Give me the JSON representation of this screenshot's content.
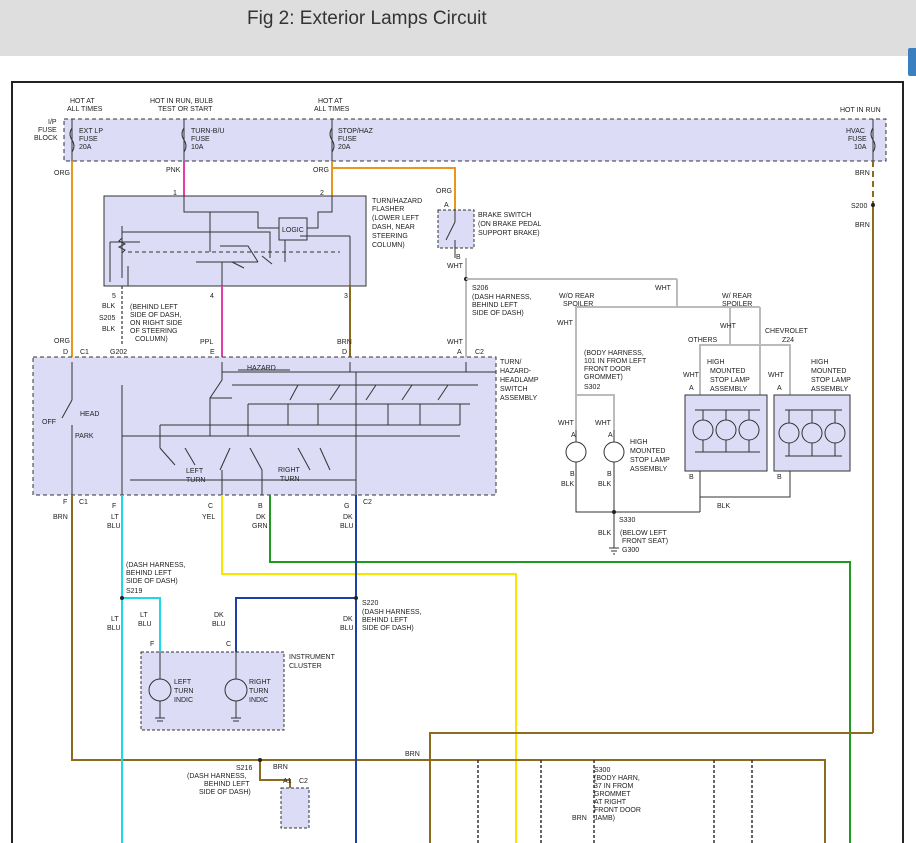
{
  "title": "Fig 2: Exterior Lamps Circuit",
  "colors": {
    "box_fill": "#dcdcf6",
    "org": "#e8961c",
    "pnk": "#e43ca8",
    "ppl": "#e43ca8",
    "yel": "#f5e600",
    "dkgrn": "#1e9a1e",
    "dkblu": "#1f3fa8",
    "ltblu": "#1ed8e8",
    "brn": "#8c6a1e",
    "blk": "#333333",
    "wht": "#bbbbbb",
    "tab": "#3a7fbf"
  },
  "fuse_block": {
    "hot_left": [
      "HOT AT",
      "ALL TIMES"
    ],
    "hot_mid": [
      "HOT IN RUN, BULB",
      "TEST OR START"
    ],
    "hot_right": [
      "HOT AT",
      "ALL TIMES"
    ],
    "hot_run": "HOT IN RUN",
    "label": [
      "I/P",
      "FUSE",
      "BLOCK"
    ],
    "fuses": [
      [
        "EXT LP",
        "FUSE",
        "20A"
      ],
      [
        "TURN-B/U",
        "FUSE",
        "10A"
      ],
      [
        "STOP/HAZ",
        "FUSE",
        "20A"
      ],
      [
        "HVAC",
        "FUSE",
        "10A"
      ]
    ]
  },
  "flasher": {
    "label": [
      "TURN/HAZARD",
      "FLASHER",
      "(LOWER LEFT",
      "DASH, NEAR",
      "STEERING",
      "COLUMN)"
    ],
    "logic": "LOGIC",
    "pins": [
      "1",
      "2",
      "5",
      "4",
      "3"
    ]
  },
  "brake_switch": {
    "label": [
      "BRAKE SWITCH",
      "(ON BRAKE PEDAL",
      "SUPPORT BRAKE)"
    ],
    "pin_a": "A",
    "pin_b": "B"
  },
  "switch": {
    "label": [
      "TURN/",
      "HAZARD-",
      "HEADLAMP",
      "SWITCH",
      "ASSEMBLY"
    ],
    "hazard": "HAZARD",
    "head": "HEAD",
    "off": "OFF",
    "park": "PARK",
    "left_turn": [
      "LEFT",
      "TURN"
    ],
    "right_turn": [
      "RIGHT",
      "TURN"
    ]
  },
  "cluster": {
    "label": [
      "INSTRUMENT",
      "CLUSTER"
    ],
    "left": [
      "LEFT",
      "TURN",
      "INDIC"
    ],
    "right": [
      "RIGHT",
      "TURN",
      "INDIC"
    ]
  },
  "stop_lamps": {
    "wo_spoiler": [
      "W/O REAR",
      "SPOILER"
    ],
    "w_spoiler": [
      "W/ REAR",
      "SPOILER"
    ],
    "others": "OTHERS",
    "chevrolet": "CHEVROLET",
    "z24": "Z24",
    "body_harness": [
      "(BODY HARNESS,",
      "101 IN FROM LEFT",
      "FRONT DOOR",
      "GROMMET)"
    ],
    "lamp_label": [
      "HIGH",
      "MOUNTED",
      "STOP LAMP",
      "ASSEMBLY"
    ]
  },
  "splices": {
    "s205": [
      "(BEHIND LEFT",
      "SIDE OF DASH,",
      "ON RIGHT SIDE",
      "OF STEERING",
      "COLUMN)"
    ],
    "s206": [
      "(DASH HARNESS,",
      "BEHIND LEFT",
      "SIDE OF DASH)"
    ],
    "s219": [
      "(DASH HARNESS,",
      "BEHIND LEFT",
      "SIDE OF DASH)"
    ],
    "s220": [
      "(DASH HARNESS,",
      "BEHIND LEFT",
      "SIDE OF DASH)"
    ],
    "s216": [
      "(DASH HARNESS,",
      "BEHIND LEFT",
      "SIDE OF DASH)"
    ],
    "s330": [
      "(BELOW LEFT",
      "FRONT SEAT)"
    ],
    "s300": [
      "(BODY HARN,",
      "37 IN FROM",
      "GROMMET",
      "AT RIGHT",
      "FRONT DOOR",
      "JAMB)"
    ]
  },
  "wire_labels": {
    "org": "ORG",
    "pnk": "PNK",
    "brn": "BRN",
    "blk": "BLK",
    "wht": "WHT",
    "ppl": "PPL",
    "lt": "LT",
    "blu": "BLU",
    "yel": "YEL",
    "dk": "DK",
    "grn": "GRN"
  },
  "connectors": {
    "s200": "S200",
    "s205": "S205",
    "s206": "S206",
    "s219": "S219",
    "s220": "S220",
    "s216": "S216",
    "s302": "S302",
    "s330": "S330",
    "s300": "S300",
    "g202": "G202",
    "g300": "G300",
    "c1": "C1",
    "c2": "C2",
    "a1": "A1"
  }
}
